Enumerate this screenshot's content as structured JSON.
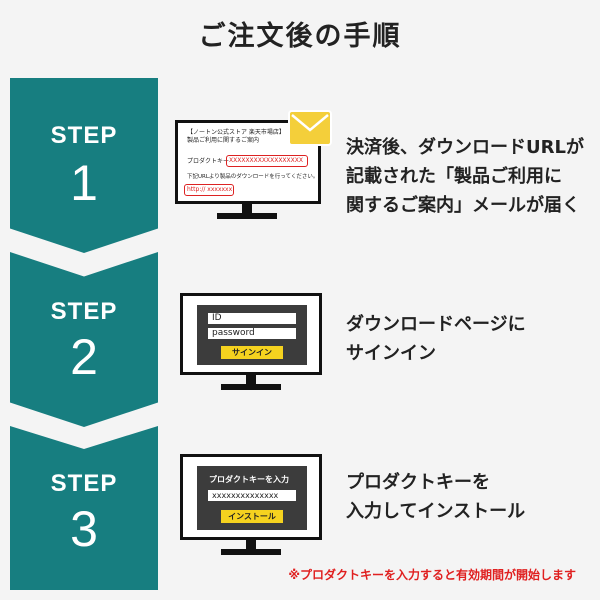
{
  "title": "ご注文後の手順",
  "steps": [
    {
      "label": "STEP",
      "number": "1",
      "description": "決済後、ダウンロードURLが\n記載された「製品ご利用に\n関するご案内」メールが届く",
      "mock": {
        "heading_line1": "【ノートン公式ストア 楽天市場店】",
        "heading_line2": "製品ご利用に関するご案内",
        "product_key_label": "プロダクトキー",
        "product_key_value": "XXXXXXXXXXXXXXXXXX",
        "instruction": "下記URLより製品のダウンロードを行ってください。",
        "url": "http:// xxxxxxx"
      }
    },
    {
      "label": "STEP",
      "number": "2",
      "description": "ダウンロードページに\nサインイン",
      "mock": {
        "id_field": "ID",
        "password_field": "password",
        "signin_button": "サインイン"
      }
    },
    {
      "label": "STEP",
      "number": "3",
      "description": "プロダクトキーを\n入力してインストール",
      "mock": {
        "panel_title": "プロダクトキーを入力",
        "key_field": "xxxxxxxxxxxxxx",
        "install_button": "インストール"
      }
    }
  ],
  "footnote": "※プロダクトキーを入力すると有効期間が開始します",
  "colors": {
    "teal": "#177e80",
    "red": "#e02020",
    "yellow": "#f5d21f",
    "envelope": "#f4cf3a"
  }
}
